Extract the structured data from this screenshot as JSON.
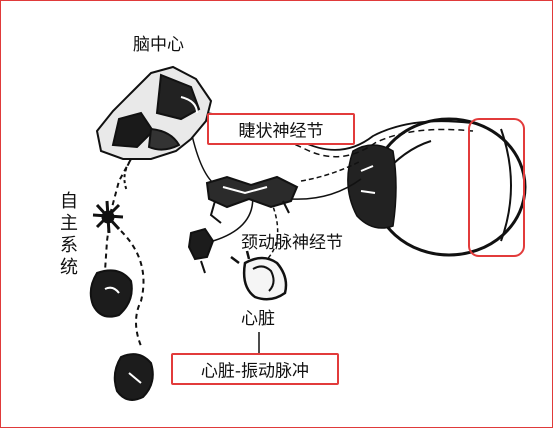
{
  "labels": {
    "brain_center": "脑中心",
    "ciliary_ganglion": "睫状神经节",
    "autonomic_system": [
      "自",
      "主",
      "系",
      "统"
    ],
    "carotid_ganglion": "颈动脉神经节",
    "heart": "心脏",
    "heart_pulse": "心脏-振动脉冲"
  },
  "colors": {
    "highlight_border": "#e23b3b",
    "ink": "#111111",
    "frame_border": "#e03a3a"
  }
}
